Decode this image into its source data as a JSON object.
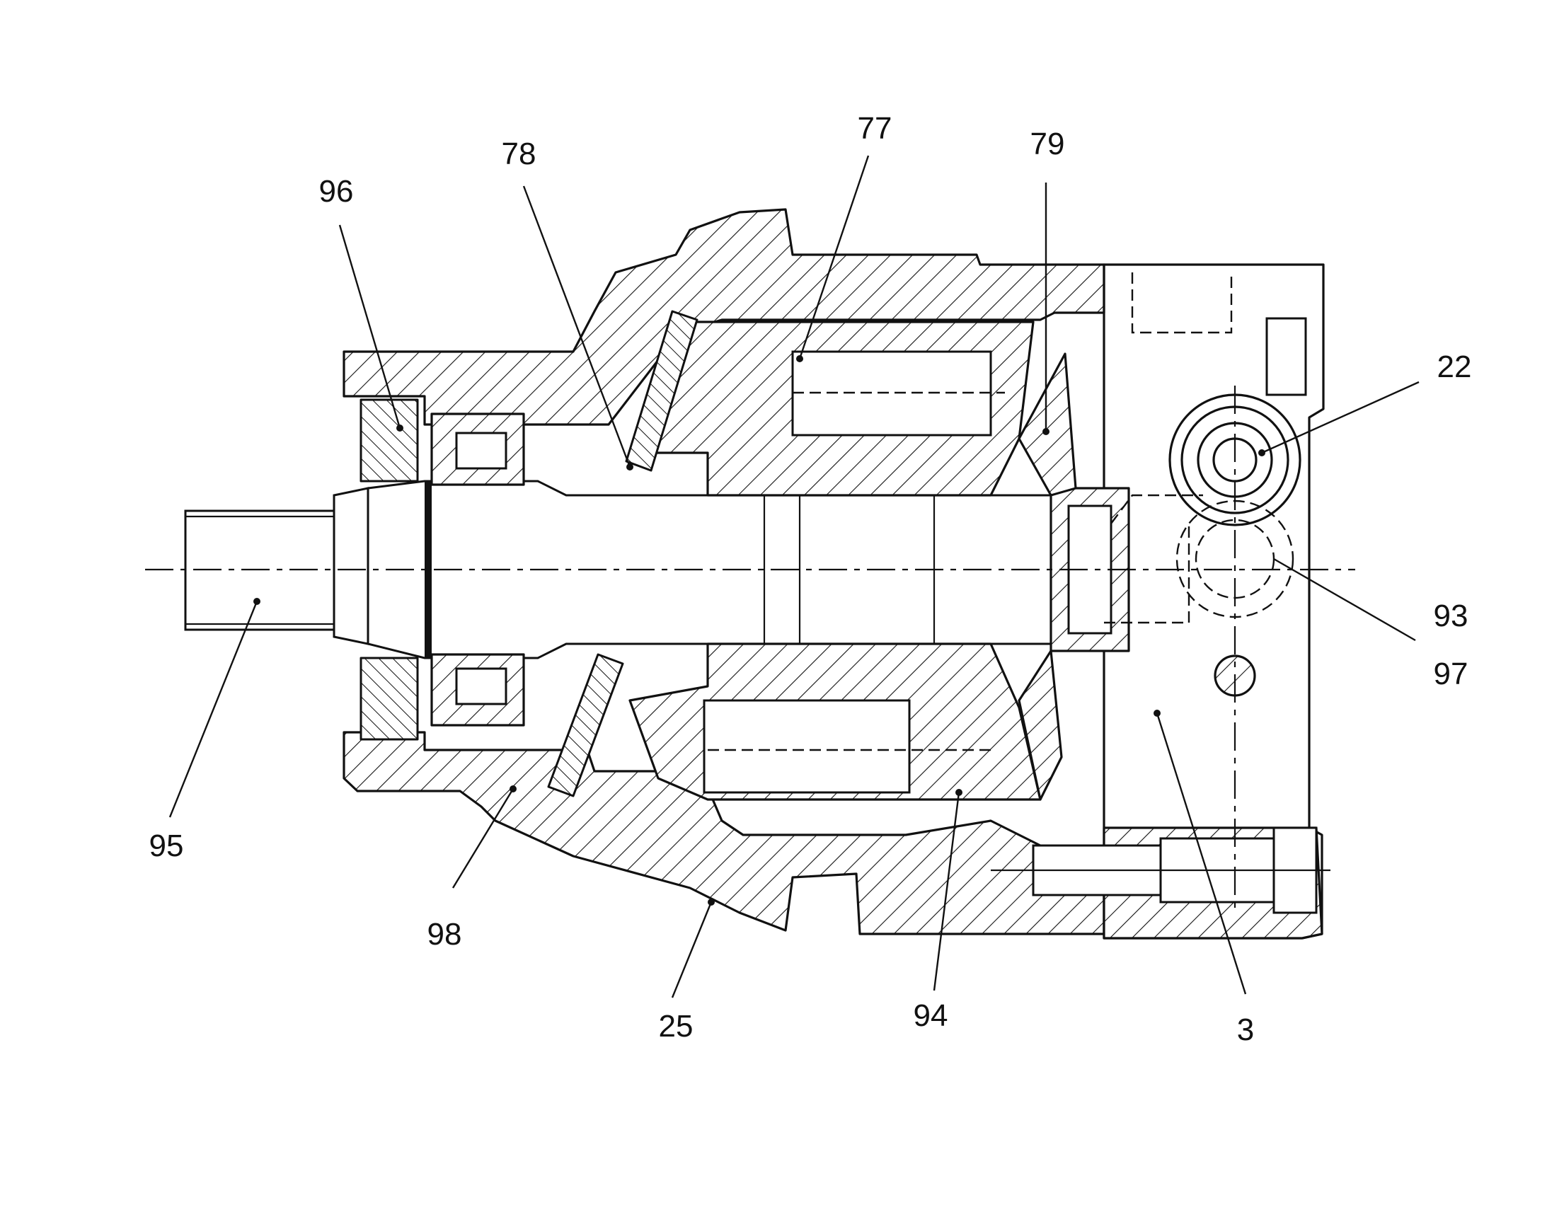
{
  "labels": {
    "l95": "95",
    "l96": "96",
    "l78": "78",
    "l77": "77",
    "l79": "79",
    "l22": "22",
    "l93": "93",
    "l97": "97",
    "l98": "98",
    "l25": "25",
    "l94": "94",
    "l3": "3"
  },
  "colors": {
    "ink": "#111111",
    "paper": "#ffffff"
  }
}
